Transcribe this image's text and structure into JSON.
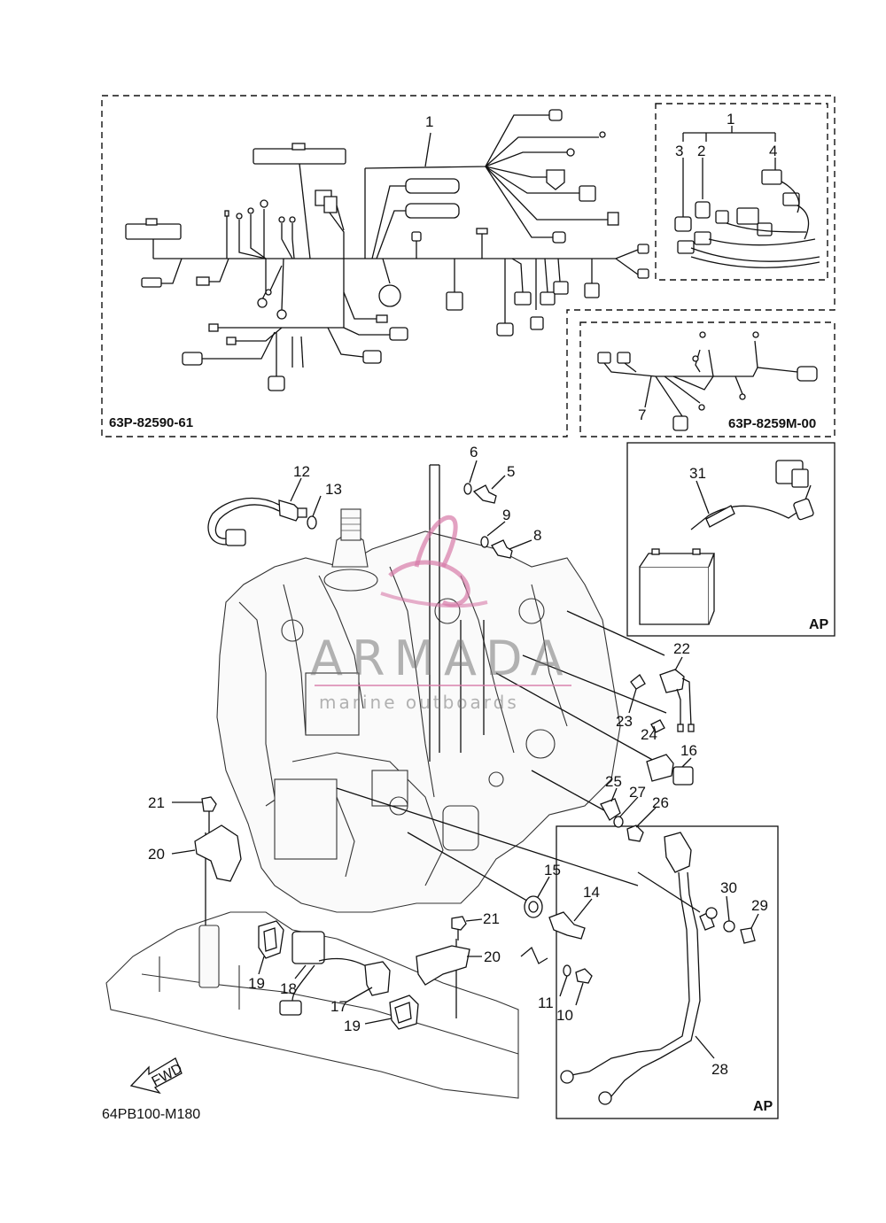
{
  "boxes": {
    "main_harness_code": "63P-82590-61",
    "sub_harness_code": "63P-8259M-00",
    "ap_label_battery": "AP",
    "ap_label_cable": "AP"
  },
  "diagram_code": "64PB100-M180",
  "fwd_label": "FWD",
  "watermark": {
    "brand": "ARMADA",
    "tagline": "marine outboards"
  },
  "callouts": {
    "c1_main": "1",
    "c1_inset": "1",
    "c2": "2",
    "c3": "3",
    "c4": "4",
    "c5": "5",
    "c6": "6",
    "c7": "7",
    "c8": "8",
    "c9": "9",
    "c10": "10",
    "c11": "11",
    "c12": "12",
    "c13": "13",
    "c14": "14",
    "c15": "15",
    "c16": "16",
    "c17": "17",
    "c18": "18",
    "c19a": "19",
    "c19b": "19",
    "c20a": "20",
    "c20b": "20",
    "c21a": "21",
    "c21b": "21",
    "c22": "22",
    "c23": "23",
    "c24": "24",
    "c25": "25",
    "c26": "26",
    "c27": "27",
    "c28": "28",
    "c29": "29",
    "c30": "30",
    "c31": "31"
  }
}
